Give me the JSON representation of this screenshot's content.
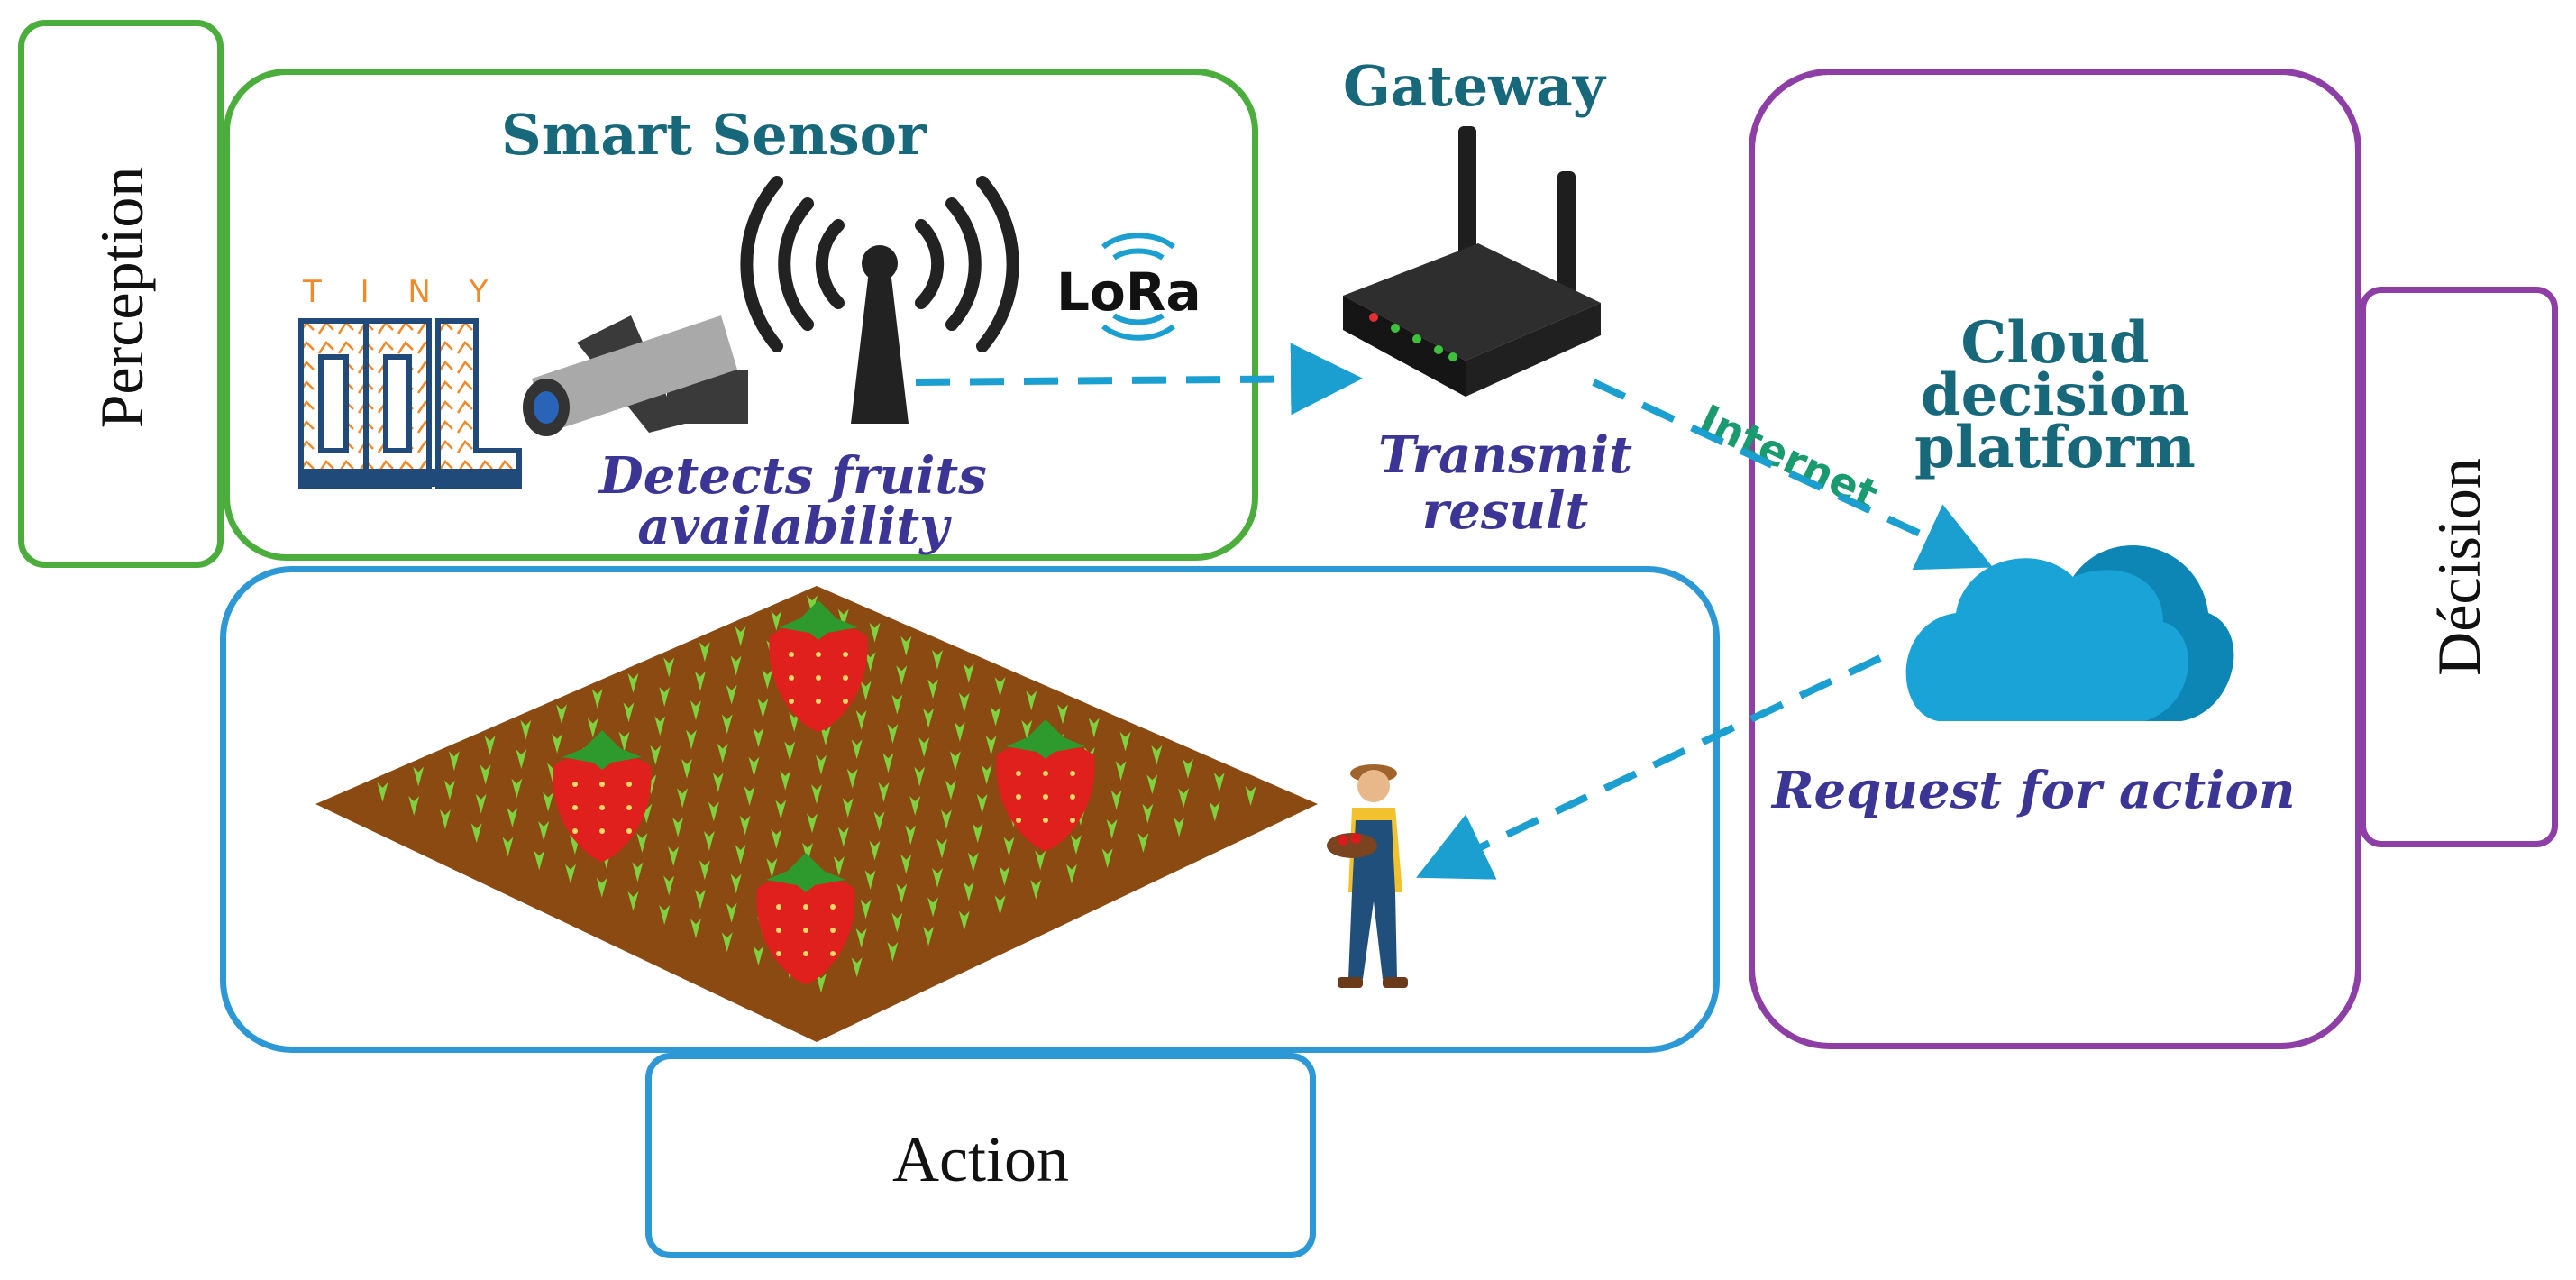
{
  "layers": {
    "perception": "Perception",
    "action": "Action",
    "decision": "Décision"
  },
  "sensor": {
    "title": "Smart Sensor",
    "tiny_text": "T I N Y",
    "ml_text": "ML",
    "lora_text": "LoRa",
    "caption_line1": "Detects fruits",
    "caption_line2": "availability"
  },
  "gateway": {
    "title": "Gateway",
    "caption_line1": "Transmit",
    "caption_line2": "result"
  },
  "internet": "Internet",
  "cloud": {
    "title_line1": "Cloud",
    "title_line2": "decision",
    "title_line3": "platform",
    "caption": "Request for action"
  },
  "colors": {
    "perception": "#4aad3c",
    "action": "#2d98d6",
    "decision": "#8e3fa6",
    "arrow": "#1a9fd0",
    "cloud": "#1aa3d6",
    "soil": "#8a4a12",
    "plant": "#7ed13f",
    "strawberry": "#e0201c"
  }
}
